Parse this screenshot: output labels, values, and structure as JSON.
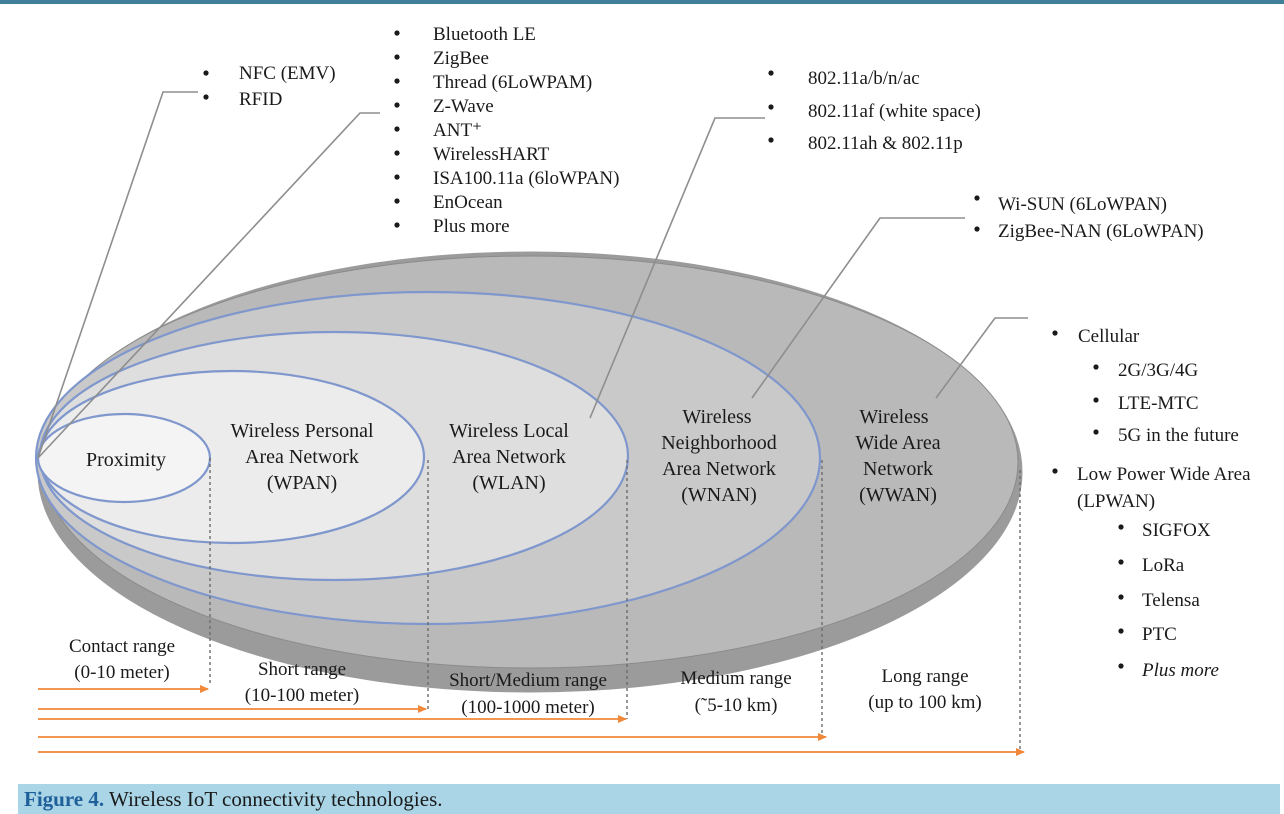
{
  "lists": {
    "proximity": [
      "NFC (EMV)",
      "RFID"
    ],
    "wpan": [
      "Bluetooth LE",
      "ZigBee",
      "Thread (6LoWPAM)",
      "Z-Wave",
      "ANT⁺",
      "WirelessHART",
      "ISA100.11a (6loWPAN)",
      "EnOcean",
      "Plus more"
    ],
    "wlan": [
      "802.11a/b/n/ac",
      "802.11af (white space)",
      "802.11ah & 802.11p"
    ],
    "wnan": [
      "Wi-SUN (6LoWPAN)",
      "ZigBee-NAN (6LoWPAN)"
    ],
    "wwan": {
      "cellular": "Cellular",
      "cellular_items": [
        "2G/3G/4G",
        "LTE-MTC",
        "5G in the future"
      ],
      "lpwan_line1": "Low Power Wide Area",
      "lpwan_line2": "(LPWAN)",
      "lpwan_items": [
        "SIGFOX",
        "LoRa",
        "Telensa",
        "PTC",
        "Plus more"
      ]
    }
  },
  "networks": {
    "proximity": "Proximity",
    "wpan": [
      "Wireless Personal",
      "Area Network",
      "(WPAN)"
    ],
    "wlan": [
      "Wireless Local",
      "Area Network",
      "(WLAN)"
    ],
    "wnan": [
      "Wireless",
      "Neighborhood",
      "Area Network",
      "(WNAN)"
    ],
    "wwan": [
      "Wireless",
      "Wide Area",
      "Network",
      "(WWAN)"
    ]
  },
  "ranges": {
    "contact": [
      "Contact range",
      "(0-10 meter)"
    ],
    "short": [
      "Short range",
      "(10-100 meter)"
    ],
    "short_medium": [
      "Short/Medium range",
      "(100-1000 meter)"
    ],
    "medium": [
      "Medium range",
      "(˜5-10 km)"
    ],
    "long": [
      "Long range",
      "(up to 100 km)"
    ]
  },
  "caption": {
    "label": "Figure 4.",
    "text": " Wireless IoT connectivity technologies."
  },
  "colors": {
    "accent_bar": "#3f7f99",
    "caption_bg": "#a9d5e6",
    "arrow": "#f0883a",
    "ellipse_stroke": "#7f97cc"
  }
}
